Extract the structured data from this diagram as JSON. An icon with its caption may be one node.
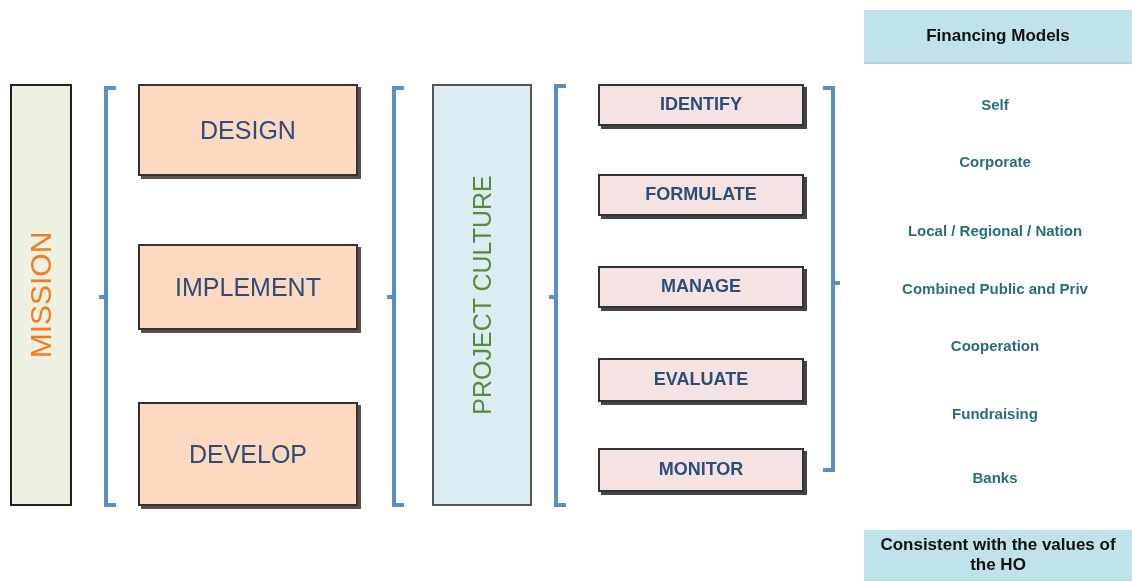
{
  "diagram": {
    "nodes": [
      {
        "text": [
          "MISSION"
        ]
      },
      {
        "text": [
          "DESIGN"
        ]
      },
      {
        "text": [
          "IMPLEMENT"
        ]
      },
      {
        "text": [
          "DEVELOP"
        ]
      },
      {
        "text": [
          "PROJECT CULTURE"
        ]
      },
      {
        "text": [
          "IDENTIFY"
        ]
      },
      {
        "text": [
          "FORMULATE"
        ]
      },
      {
        "text": [
          "MANAGE"
        ]
      },
      {
        "text": [
          "EVALUATE"
        ]
      },
      {
        "text": [
          "MONITOR"
        ]
      },
      {
        "text": [
          "Financing Models"
        ]
      },
      {
        "text": [
          "Consistent with the values of the HO"
        ]
      }
    ],
    "labels": [
      "Self",
      "Corporate",
      "Local / Regional / Nation",
      "Combined Public and Priv",
      "Cooperation",
      "Fundraising",
      "Banks"
    ]
  }
}
